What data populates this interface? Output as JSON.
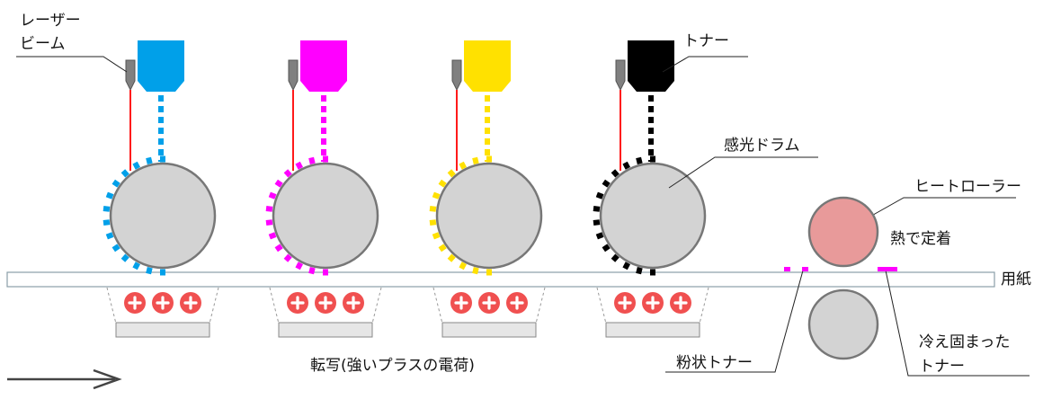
{
  "labels": {
    "laser_line1": "レーザー",
    "laser_line2": "ビーム",
    "toner": "トナー",
    "drum": "感光ドラム",
    "heat_roller": "ヒートローラー",
    "fixing": "熱で定着",
    "paper": "用紙",
    "transfer": "転写(強いプラスの電荷)",
    "powder_toner": "粉状トナー",
    "solid_toner_line1": "冷え固まった",
    "solid_toner_line2": "トナー"
  },
  "stations": [
    {
      "name": "cyan",
      "color": "#00a0e9"
    },
    {
      "name": "magenta",
      "color": "#ff00ff"
    },
    {
      "name": "yellow",
      "color": "#ffe100"
    },
    {
      "name": "black",
      "color": "#000000"
    }
  ],
  "colors": {
    "drum_fill": "#d3d3d3",
    "drum_stroke": "#777777",
    "laser": "#ff0000",
    "heat_roller_fill": "#e89a9a",
    "charge": "#f05050",
    "paper_fill": "#ffffff",
    "paper_stroke": "#8a9ea8",
    "arrow": "#444444"
  },
  "icons": {
    "charge": "plus-circle-icon",
    "direction": "right-arrow-icon"
  }
}
